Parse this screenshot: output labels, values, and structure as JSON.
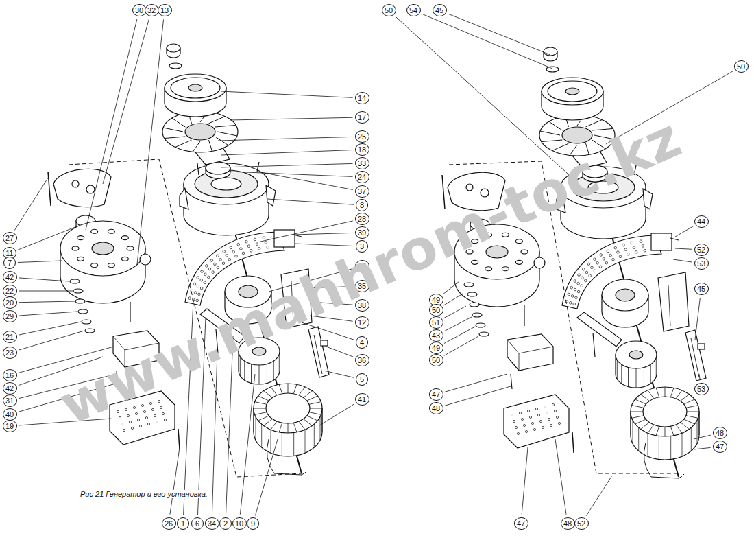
{
  "diagram": {
    "caption": "Рис 21 Генератор и его установка.",
    "labels": [
      "30",
      "32",
      "13",
      "14",
      "17",
      "25",
      "18",
      "33",
      "24",
      "37",
      "8",
      "28",
      "39",
      "3",
      "15",
      "35",
      "38",
      "12",
      "4",
      "36",
      "5",
      "41",
      "27",
      "11",
      "7",
      "42",
      "22",
      "20",
      "29",
      "21",
      "23",
      "16",
      "42",
      "31",
      "40",
      "19",
      "26",
      "1",
      "6",
      "34",
      "2",
      "10",
      "9",
      "50",
      "54",
      "45",
      "50",
      "44",
      "52",
      "53",
      "45",
      "53",
      "48",
      "47",
      "49",
      "50",
      "51",
      "43",
      "49",
      "50",
      "47",
      "48",
      "47",
      "48",
      "52",
      "www.mahhrom-toc.kz"
    ]
  }
}
